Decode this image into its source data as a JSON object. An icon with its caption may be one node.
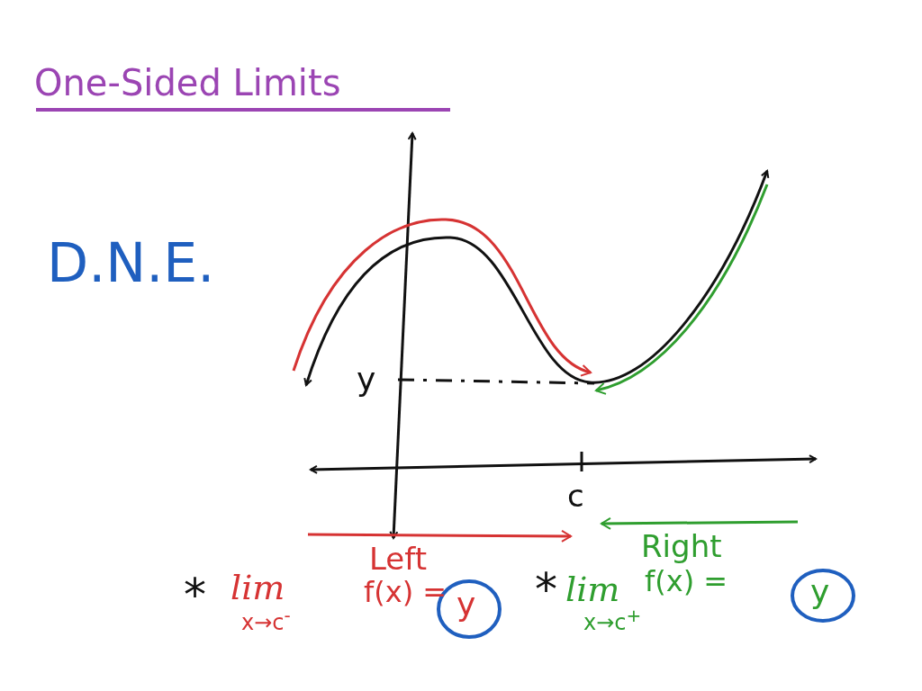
{
  "diagram": {
    "title": "One-Sided Limits",
    "labels": [
      "D.N.E.",
      "y",
      "c",
      "Left",
      "Right",
      "*",
      "lim",
      "x→c$^{-}$",
      "f(x) =",
      "y",
      "*",
      "lim",
      "x→c$^{+}$",
      "f(x) =",
      "y"
    ]
  }
}
